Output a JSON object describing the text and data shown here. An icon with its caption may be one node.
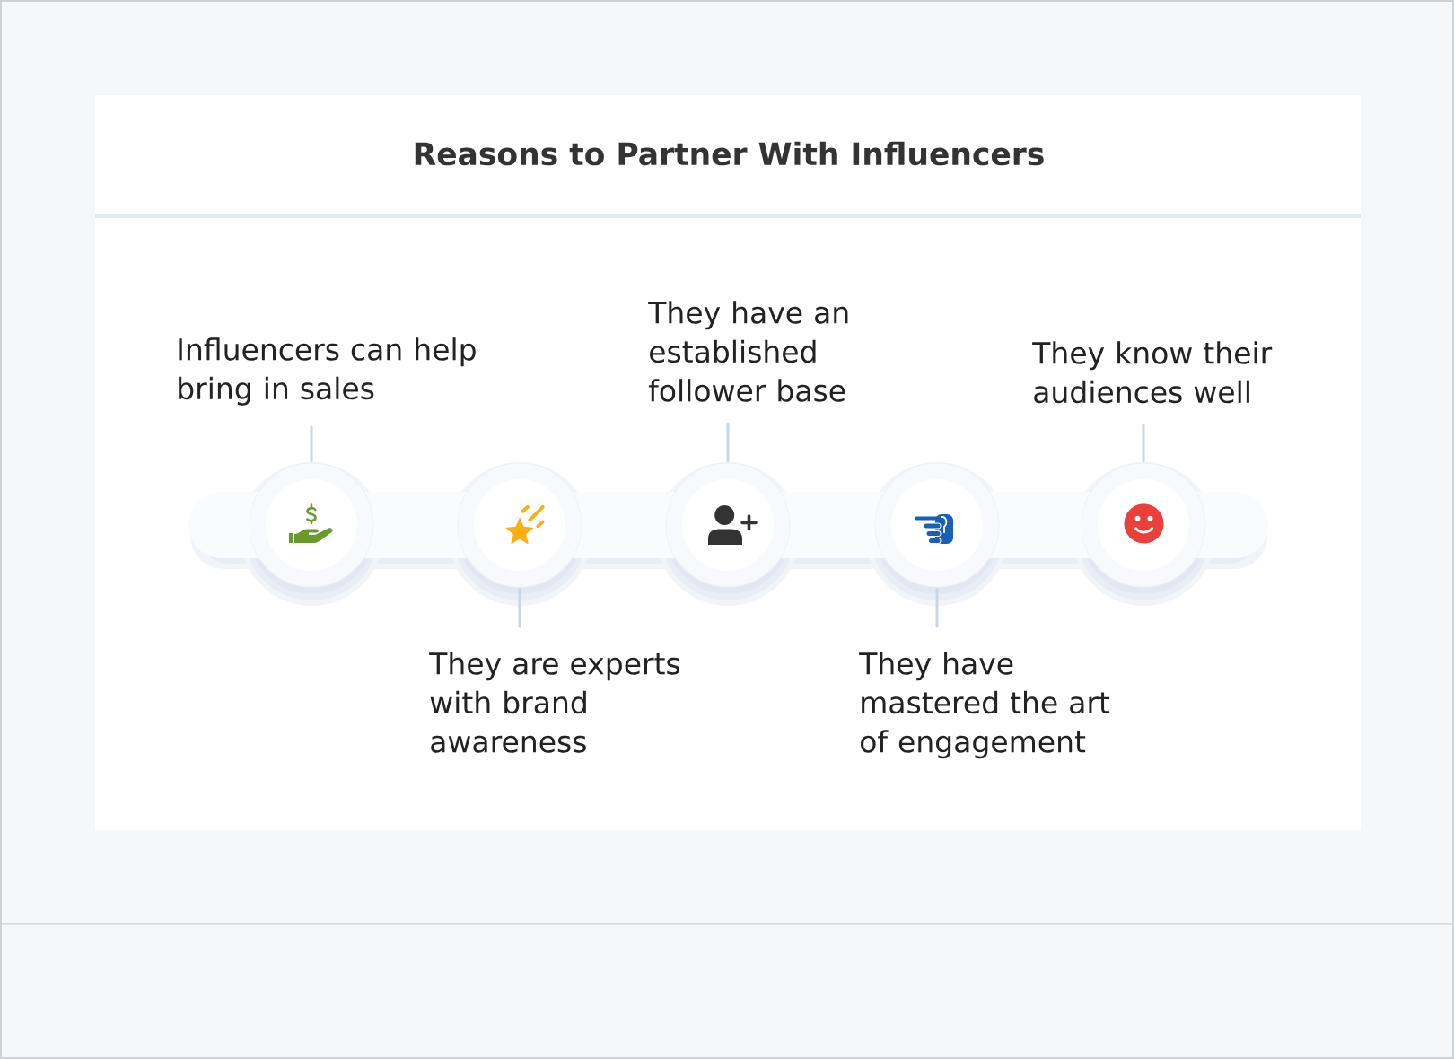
{
  "diagram": {
    "title": "Reasons to Partner With Influencers",
    "nodes": [
      {
        "text": [
          "Influencers can help bring in sales"
        ]
      },
      {
        "text": [
          "They have an established follower base"
        ]
      },
      {
        "text": [
          "They know their audiences well"
        ]
      },
      {
        "text": [],
        "shape": "circle"
      },
      {
        "text": [],
        "shape": "circle"
      },
      {
        "text": [],
        "shape": "circle"
      },
      {
        "text": [],
        "shape": "circle"
      },
      {
        "text": [],
        "shape": "circle"
      },
      {
        "text": [
          "They are experts with brand awareness"
        ]
      },
      {
        "text": [
          "They have mastered the art of engagement"
        ]
      }
    ],
    "edges": [
      {
        "from": 0,
        "to": 3,
        "arrow": "none"
      },
      {
        "from": 8,
        "to": 4,
        "arrow": "none"
      },
      {
        "from": 1,
        "to": 5,
        "arrow": "none"
      },
      {
        "from": 9,
        "to": 6,
        "arrow": "none"
      },
      {
        "from": 2,
        "to": 7,
        "arrow": "none"
      }
    ]
  }
}
